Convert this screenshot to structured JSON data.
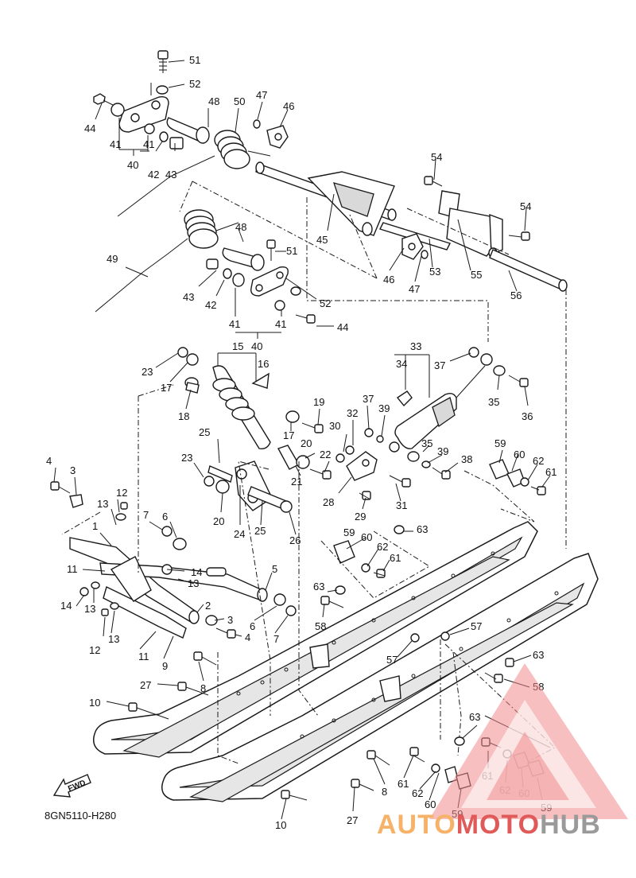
{
  "diagram": {
    "code": "8GN5110-H280",
    "fwd_label": "FWD",
    "watermark": {
      "text_a": "AUTO",
      "text_b": "MOTO",
      "text_c": "HUB",
      "color_a": "#f7b26a",
      "color_b": "#e05a5a",
      "color_c": "#9a9a9a"
    },
    "callouts": [
      "1",
      "2",
      "3",
      "4",
      "5",
      "6",
      "7",
      "8",
      "9",
      "10",
      "11",
      "12",
      "13",
      "14",
      "15",
      "16",
      "17",
      "18",
      "19",
      "20",
      "21",
      "22",
      "23",
      "24",
      "25",
      "26",
      "27",
      "28",
      "29",
      "30",
      "31",
      "32",
      "33",
      "34",
      "35",
      "36",
      "37",
      "38",
      "39",
      "40",
      "41",
      "42",
      "43",
      "44",
      "45",
      "46",
      "47",
      "48",
      "49",
      "50",
      "51",
      "52",
      "53",
      "54",
      "55",
      "56",
      "57",
      "58",
      "59",
      "60",
      "61",
      "62",
      "63"
    ]
  }
}
